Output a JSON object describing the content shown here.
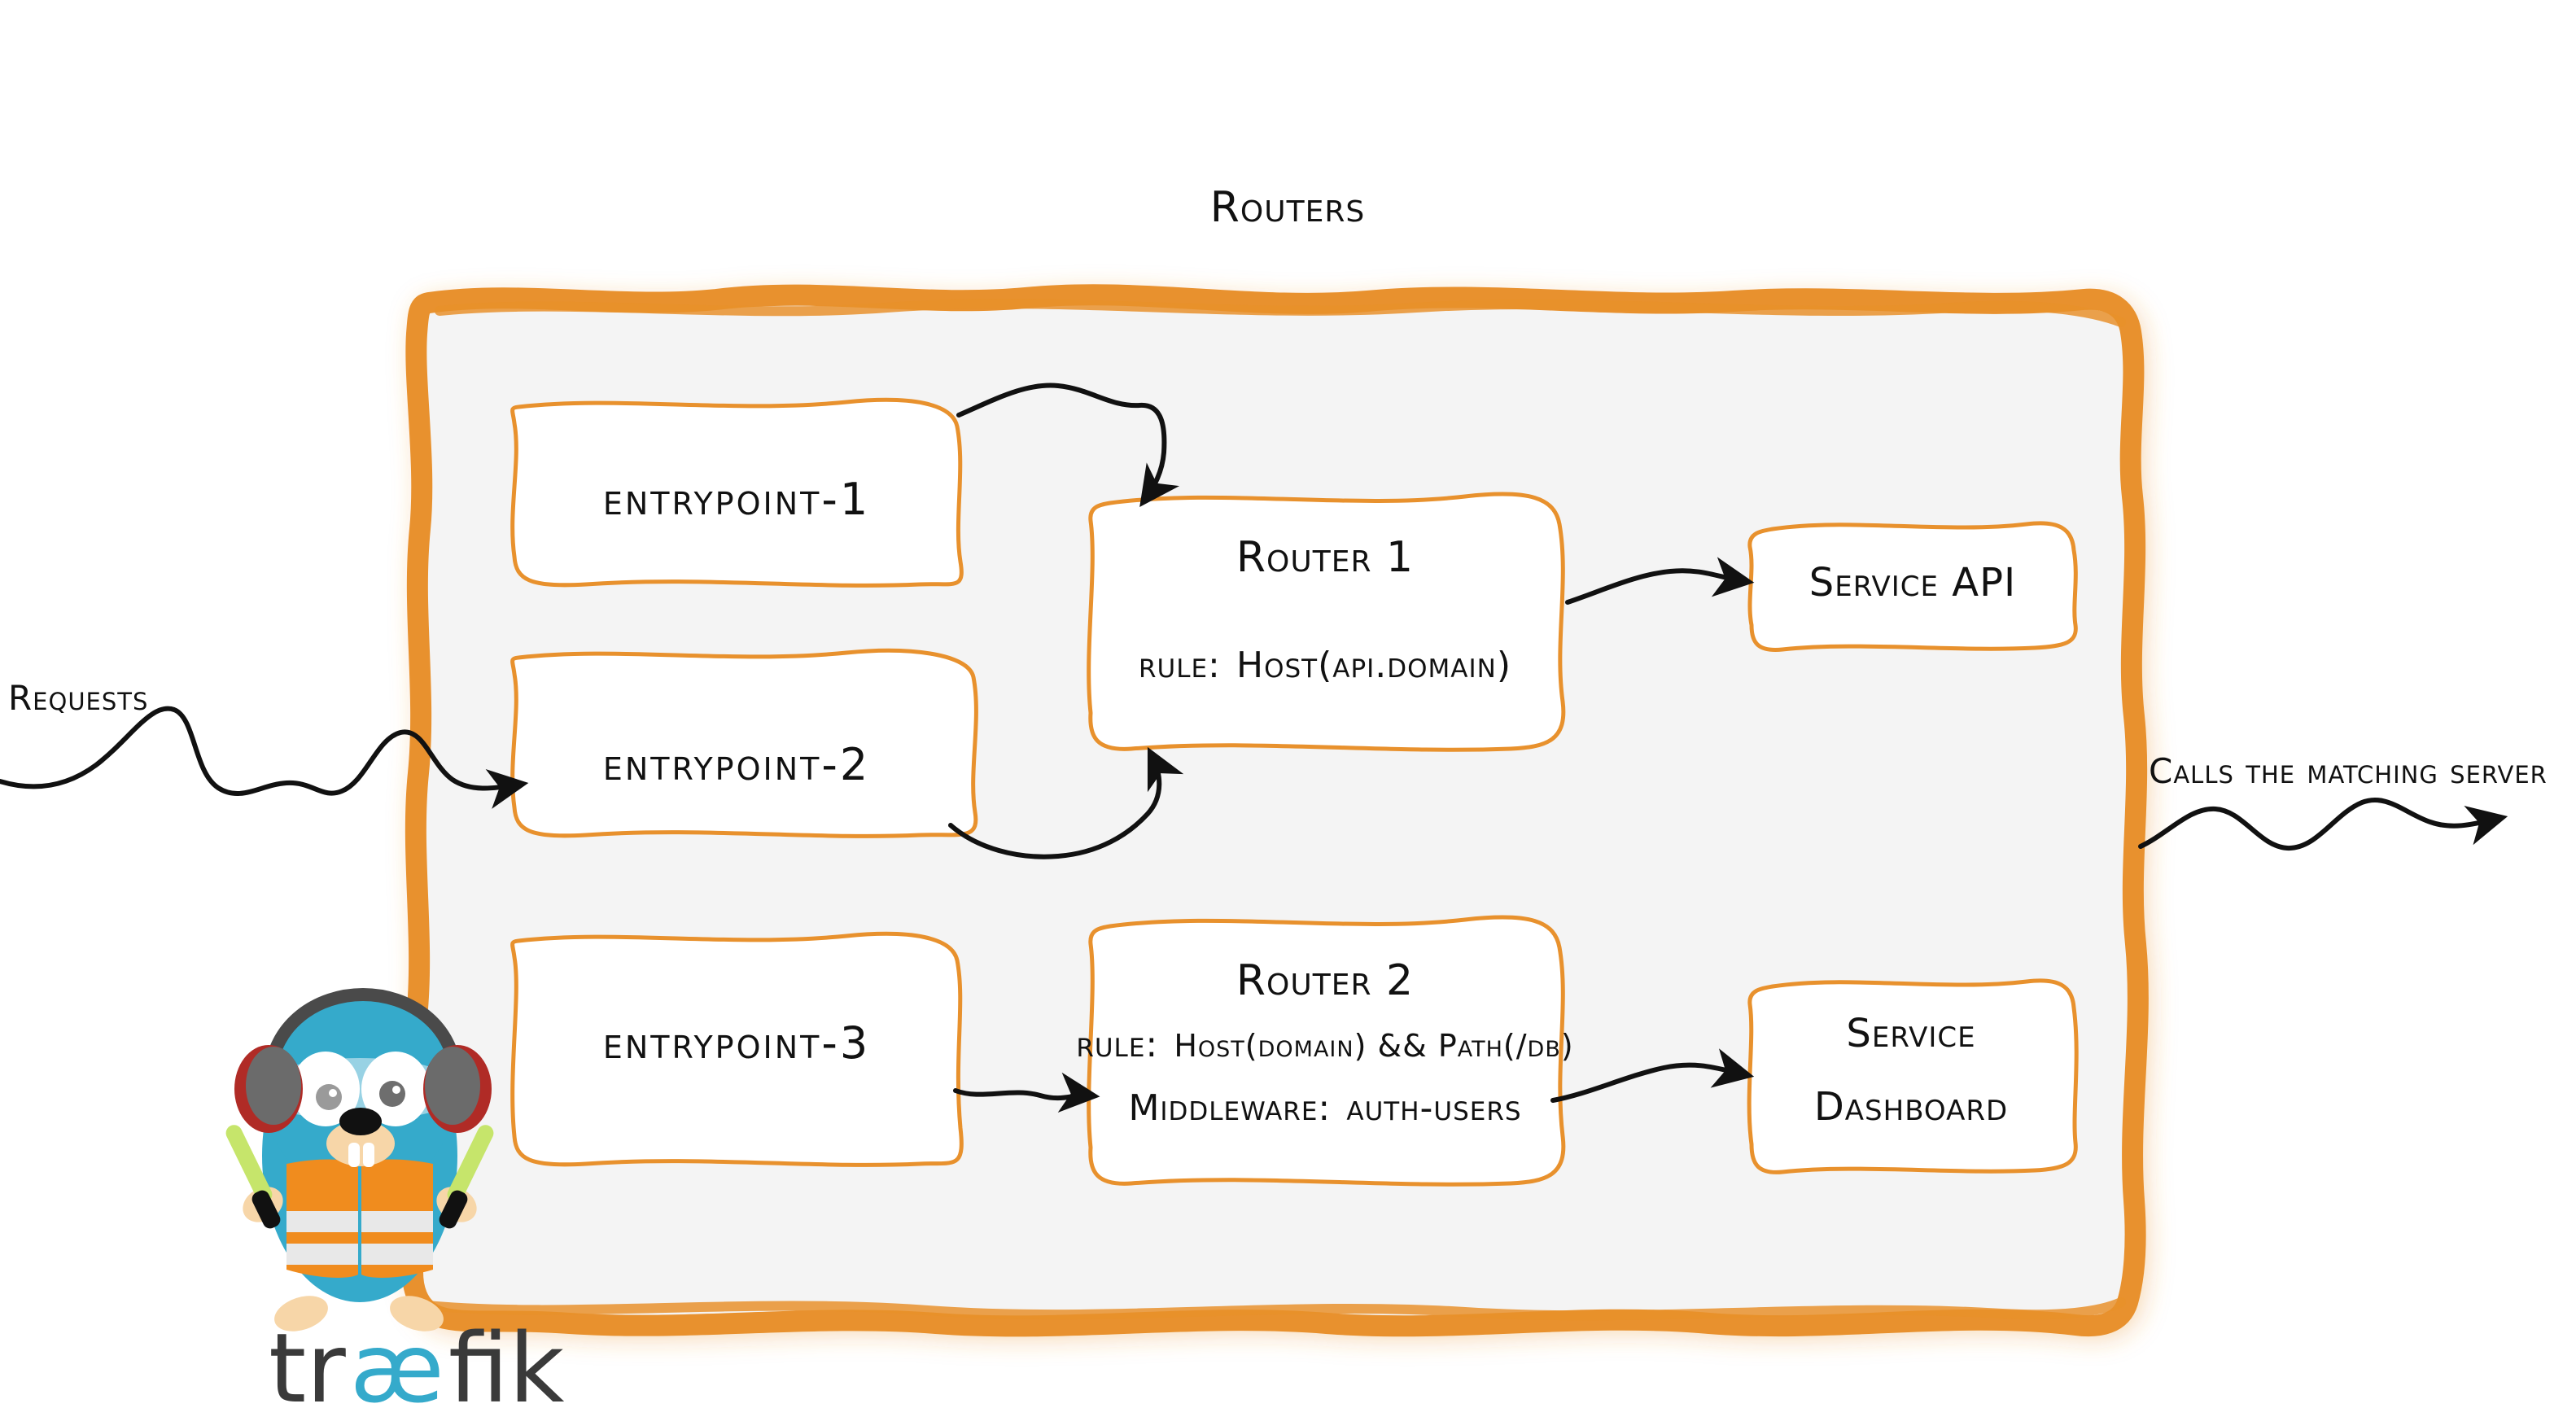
{
  "diagram": {
    "title": "Routers",
    "colors": {
      "accent_orange": "#E8912D",
      "panel_fill": "#F4F4F4",
      "box_fill": "#FFFFFF",
      "ink": "#111111",
      "gopher_body": "#35AACB",
      "gopher_vest": "#F08C1E",
      "gopher_wand": "#C6E56B",
      "wordmark_dark": "#3A3A3A",
      "wordmark_teal": "#35AACB"
    }
  },
  "labels": {
    "incoming": "Requests",
    "outgoing": "Calls the matching server"
  },
  "entrypoints": [
    {
      "name": "entrypoint-1"
    },
    {
      "name": "entrypoint-2"
    },
    {
      "name": "entrypoint-3"
    }
  ],
  "routers": [
    {
      "name": "Router 1",
      "rule_label": "rule:",
      "rule_value": "Host(api.domain)",
      "middleware_label": "",
      "middleware_value": ""
    },
    {
      "name": "Router 2",
      "rule_label": "rule:",
      "rule_value": "Host(domain) && Path(/db)",
      "middleware_label": "Middleware:",
      "middleware_value": "auth-users"
    }
  ],
  "services": [
    {
      "line1": "Service API",
      "line2": ""
    },
    {
      "line1": "Service",
      "line2": "Dashboard"
    }
  ],
  "branding": {
    "wordmark_part1": "tr",
    "wordmark_part2": "æ",
    "wordmark_part3": "fik",
    "mascot": "traefik-gopher-mascot"
  }
}
